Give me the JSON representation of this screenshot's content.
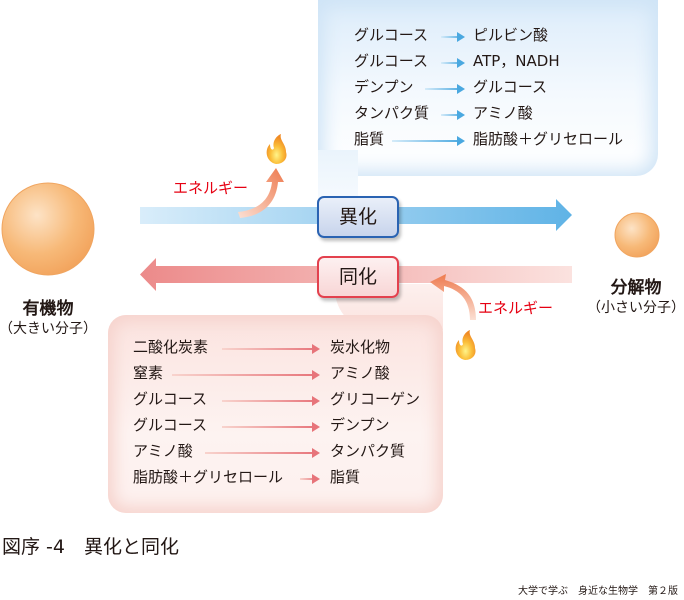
{
  "catabolism": {
    "label": "異化",
    "color": "#2a63b2",
    "reactions": [
      {
        "from": "グルコース",
        "to": "ピルビン酸"
      },
      {
        "from": "グルコース",
        "to": "ATP，NADH"
      },
      {
        "from": "デンプン",
        "to": "グルコース"
      },
      {
        "from": "タンパク質",
        "to": "アミノ酸"
      },
      {
        "from": "脂質",
        "to": "脂肪酸＋グリセロール"
      }
    ],
    "energy_label": "エネルギー"
  },
  "anabolism": {
    "label": "同化",
    "color": "#e3414e",
    "reactions": [
      {
        "from": "二酸化炭素",
        "to": "炭水化物"
      },
      {
        "from": "窒素",
        "to": "アミノ酸"
      },
      {
        "from": "グルコース",
        "to": "グリコーゲン"
      },
      {
        "from": "グルコース",
        "to": "デンプン"
      },
      {
        "from": "アミノ酸",
        "to": "タンパク質"
      },
      {
        "from": "脂肪酸＋グリセロール",
        "to": "脂質"
      }
    ],
    "energy_label": "エネルギー"
  },
  "organic": {
    "title": "有機物",
    "subtitle": "（大きい分子）"
  },
  "decomposed": {
    "title": "分解物",
    "subtitle": "（小さい分子）"
  },
  "caption": "図序 -4　異化と同化",
  "footer": "大学で学ぶ　身近な生物学　第２版",
  "icons": {
    "flame": "flame-icon",
    "sphere": "molecule-sphere"
  }
}
